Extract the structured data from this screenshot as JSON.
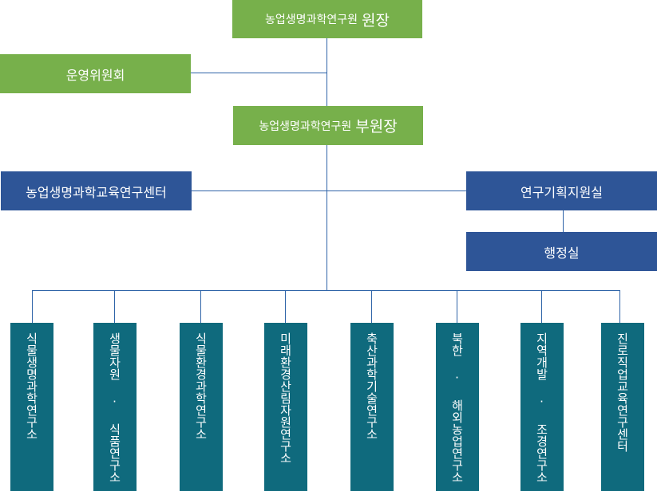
{
  "director": {
    "org": "농업생명과학연구원",
    "title": "원장"
  },
  "committee": "운영위원회",
  "vice_director": {
    "org": "농업생명과학연구원",
    "title": "부원장"
  },
  "education_center": "농업생명과학교육연구센터",
  "planning_office": "연구기획지원실",
  "admin_office": "행정실",
  "institutes": [
    "식물생명과학연구소",
    "생물자원 · 식품연구소",
    "식물환경과학연구소",
    "미래환경산림자원연구소",
    "축산과학기술연구소",
    "북한 · 해외농업연구소",
    "지역개발 · 조경연구소",
    "진로직업교육연구센터"
  ],
  "colors": {
    "green": "#77b04b",
    "navy": "#2e5597",
    "teal": "#0f6a7d",
    "line": "#2f64a8"
  }
}
